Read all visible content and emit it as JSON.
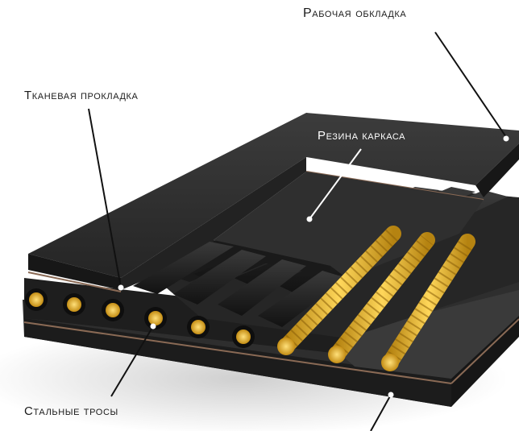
{
  "labels": {
    "top_cover": "Рабочая обкладка",
    "fabric_layer": "Тканевая прокладка",
    "carcass_rubber": "Резина каркаса",
    "steel_cables": "Стальные тросы"
  },
  "colors": {
    "rubber": "#2a2a2a",
    "rubber_light": "#3b3b3b",
    "rubber_dark": "#141414",
    "cable_gold": "#e3b021",
    "leader_line": "#111111"
  }
}
